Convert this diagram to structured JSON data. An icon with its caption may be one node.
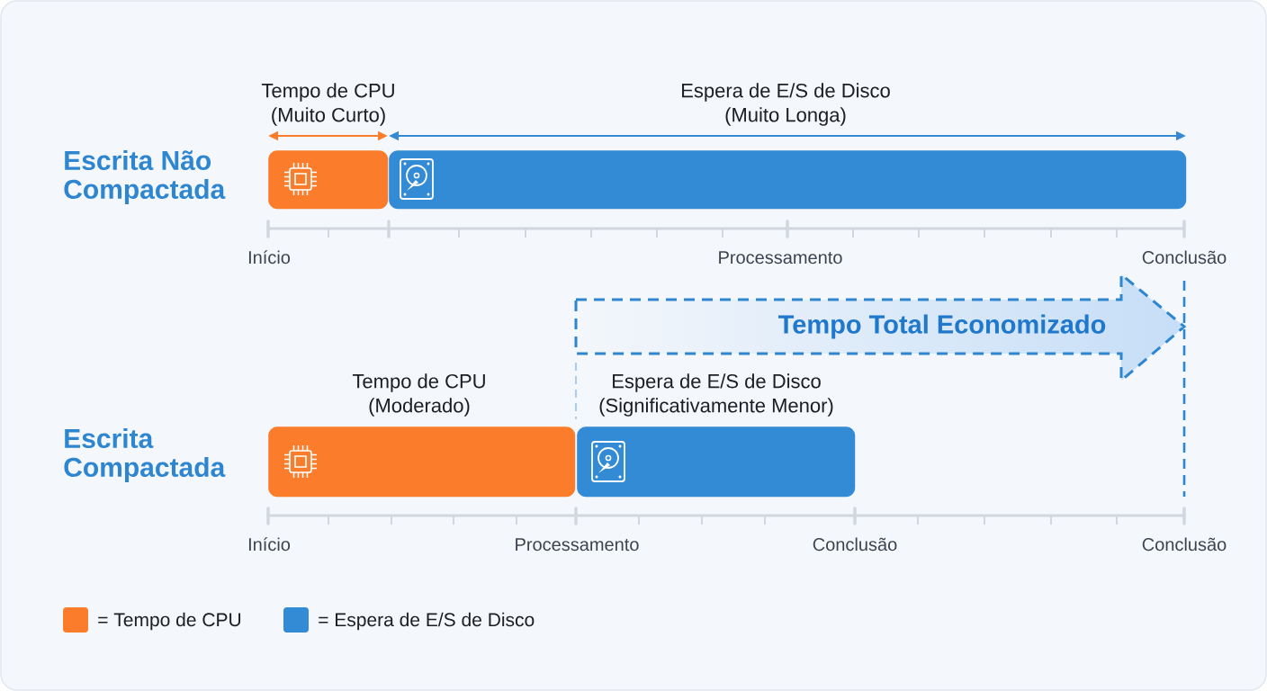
{
  "diagram": {
    "nodes": [
      {
        "text": [
          "Tempo de CPU (Muito Curto)"
        ]
      },
      {
        "text": [
          "Espera de E/S de Disco (Muito Longa)"
        ]
      },
      {
        "text": [
          "Tempo Total Economizado"
        ]
      },
      {
        "text": [
          "Tempo de CPU (Moderado)"
        ]
      },
      {
        "text": [
          "Espera de E/S de Disco (Significativamente Menor)"
        ]
      }
    ],
    "labels": [
      "Escrita Não Compactada",
      "Início",
      "Processamento",
      "Conclusão",
      "Escrita Compactada",
      "Início",
      "Processamento",
      "Conclusão",
      "Conclusão"
    ],
    "legend": [
      {
        "text": "= Tempo de CPU",
        "color": "#fb7d2b"
      },
      {
        "text": "= Espera de E/S de Disco",
        "color": "#338ad5"
      }
    ]
  }
}
